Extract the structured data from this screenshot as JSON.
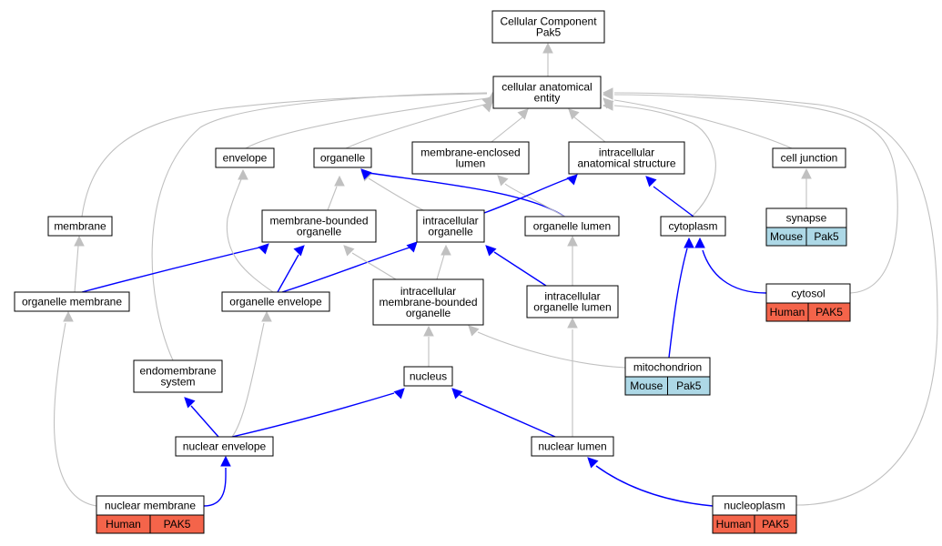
{
  "graph": {
    "root": "Cellular Component\nPak5",
    "nodes": {
      "root": {
        "label": "Cellular Component\nPak5"
      },
      "cae": {
        "label": "cellular anatomical\nentity"
      },
      "envelope": {
        "label": "envelope"
      },
      "organelle": {
        "label": "organelle"
      },
      "mel": {
        "label": "membrane-enclosed\nlumen"
      },
      "ias": {
        "label": "intracellular\nanatomical structure"
      },
      "celljunction": {
        "label": "cell junction"
      },
      "membrane": {
        "label": "membrane"
      },
      "mbo": {
        "label": "membrane-bounded\norganelle"
      },
      "io": {
        "label": "intracellular\norganelle"
      },
      "orglumen": {
        "label": "organelle lumen"
      },
      "cytoplasm": {
        "label": "cytoplasm"
      },
      "synapse": {
        "label": "synapse",
        "species": "Mouse",
        "gene": "Pak5"
      },
      "orgmembrane": {
        "label": "organelle membrane"
      },
      "orgenvelope": {
        "label": "organelle envelope"
      },
      "imbo": {
        "label": "intracellular\nmembrane-bounded\norganelle"
      },
      "iol": {
        "label": "intracellular\norganelle lumen"
      },
      "cytosol": {
        "label": "cytosol",
        "species": "Human",
        "gene": "PAK5"
      },
      "endomembrane": {
        "label": "endomembrane\nsystem"
      },
      "nucleus": {
        "label": "nucleus"
      },
      "mito": {
        "label": "mitochondrion",
        "species": "Mouse",
        "gene": "Pak5"
      },
      "nucenv": {
        "label": "nuclear envelope"
      },
      "nuclumen": {
        "label": "nuclear lumen"
      },
      "nucmem": {
        "label": "nuclear membrane",
        "species": "Human",
        "gene": "PAK5"
      },
      "nucleoplasm": {
        "label": "nucleoplasm",
        "species": "Human",
        "gene": "PAK5"
      }
    },
    "edges": [
      {
        "from": "cae",
        "to": "root",
        "type": "is_a"
      },
      {
        "from": "envelope",
        "to": "cae",
        "type": "is_a"
      },
      {
        "from": "organelle",
        "to": "cae",
        "type": "is_a"
      },
      {
        "from": "mel",
        "to": "cae",
        "type": "is_a"
      },
      {
        "from": "ias",
        "to": "cae",
        "type": "is_a"
      },
      {
        "from": "celljunction",
        "to": "cae",
        "type": "is_a"
      },
      {
        "from": "membrane",
        "to": "cae",
        "type": "is_a"
      },
      {
        "from": "endomembrane",
        "to": "cae",
        "type": "is_a"
      },
      {
        "from": "cytoplasm",
        "to": "cae",
        "type": "is_a"
      },
      {
        "from": "cytosol",
        "to": "cae",
        "type": "is_a"
      },
      {
        "from": "nucleoplasm",
        "to": "cae",
        "type": "is_a"
      },
      {
        "from": "synapse",
        "to": "celljunction",
        "type": "is_a"
      },
      {
        "from": "mbo",
        "to": "organelle",
        "type": "is_a"
      },
      {
        "from": "io",
        "to": "organelle",
        "type": "is_a"
      },
      {
        "from": "orglumen",
        "to": "organelle",
        "type": "part_of"
      },
      {
        "from": "orglumen",
        "to": "mel",
        "type": "is_a"
      },
      {
        "from": "io",
        "to": "ias",
        "type": "part_of"
      },
      {
        "from": "cytoplasm",
        "to": "ias",
        "type": "part_of"
      },
      {
        "from": "orgmembrane",
        "to": "membrane",
        "type": "is_a"
      },
      {
        "from": "orgmembrane",
        "to": "mbo",
        "type": "part_of"
      },
      {
        "from": "orgenvelope",
        "to": "envelope",
        "type": "is_a"
      },
      {
        "from": "orgenvelope",
        "to": "mbo",
        "type": "part_of"
      },
      {
        "from": "orgenvelope",
        "to": "io",
        "type": "part_of"
      },
      {
        "from": "imbo",
        "to": "mbo",
        "type": "is_a"
      },
      {
        "from": "imbo",
        "to": "io",
        "type": "is_a"
      },
      {
        "from": "iol",
        "to": "io",
        "type": "part_of"
      },
      {
        "from": "iol",
        "to": "orglumen",
        "type": "is_a"
      },
      {
        "from": "cytosol",
        "to": "cytoplasm",
        "type": "part_of"
      },
      {
        "from": "mito",
        "to": "cytoplasm",
        "type": "part_of"
      },
      {
        "from": "mito",
        "to": "imbo",
        "type": "is_a"
      },
      {
        "from": "nucleus",
        "to": "imbo",
        "type": "is_a"
      },
      {
        "from": "nucenv",
        "to": "endomembrane",
        "type": "part_of"
      },
      {
        "from": "nucenv",
        "to": "orgenvelope",
        "type": "is_a"
      },
      {
        "from": "nucenv",
        "to": "nucleus",
        "type": "part_of"
      },
      {
        "from": "nuclumen",
        "to": "nucleus",
        "type": "part_of"
      },
      {
        "from": "nuclumen",
        "to": "iol",
        "type": "is_a"
      },
      {
        "from": "nucmem",
        "to": "nucenv",
        "type": "part_of"
      },
      {
        "from": "nucmem",
        "to": "orgmembrane",
        "type": "is_a"
      },
      {
        "from": "nucleoplasm",
        "to": "nuclumen",
        "type": "part_of"
      }
    ],
    "colors": {
      "is_a_edge": "#c0c0c0",
      "part_of_edge": "#0000ff",
      "node_border": "#000000",
      "node_fill": "#ffffff",
      "mouse_fill": "#add8e6",
      "human_fill": "#f4644a"
    }
  }
}
